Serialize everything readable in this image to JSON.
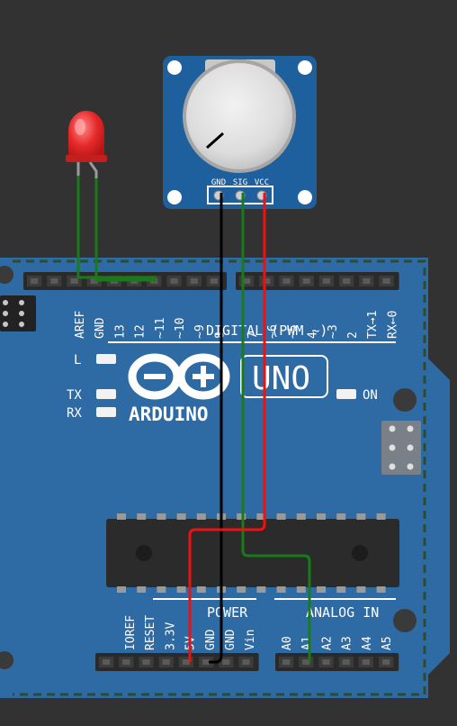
{
  "board": {
    "digital_header": "DIGITAL (PWM ~)",
    "power_header": "POWER",
    "analog_header": "ANALOG IN",
    "brand": "ARDUINO",
    "model": "UNO",
    "led_l": "L",
    "led_tx": "TX",
    "led_rx": "RX",
    "led_on": "ON",
    "digital_pins": [
      "AREF",
      "GND",
      "13",
      "12",
      "~11",
      "~10",
      "~9",
      "8",
      "7",
      "~6",
      "~5",
      "4",
      "~3",
      "2",
      "TX→1",
      "RX←0"
    ],
    "power_pins": [
      "IOREF",
      "RESET",
      "3.3V",
      "5V",
      "GND",
      "GND",
      "Vin"
    ],
    "analog_pins": [
      "A0",
      "A1",
      "A2",
      "A3",
      "A4",
      "A5"
    ]
  },
  "potentiometer": {
    "pins": [
      "GND",
      "SIG",
      "VCC"
    ]
  },
  "colors": {
    "background": "#323232",
    "board": "#2e6aa4",
    "module": "#1e5f9e",
    "wire_black": "#000000",
    "wire_red": "#ee1111",
    "wire_green": "#1a7a1a",
    "led": "#e62a2a"
  }
}
